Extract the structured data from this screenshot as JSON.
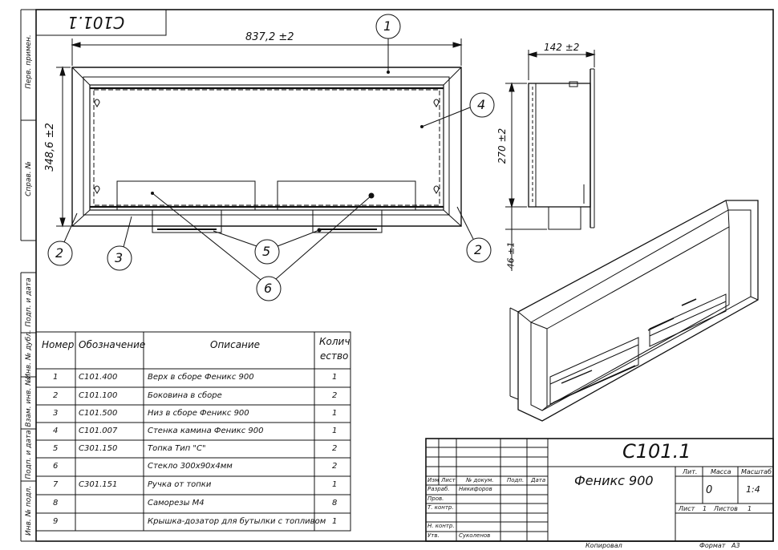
{
  "drawing": {
    "stamp_mirror": "C101.1",
    "dims": {
      "width": "837,2 ±2",
      "height": "348,6 ±2",
      "depth": "142 ±2",
      "side_height": "270 ±2",
      "leg": "46 ±1"
    },
    "balloons": [
      "1",
      "2",
      "3",
      "4",
      "5",
      "6",
      "2"
    ]
  },
  "side_labels": [
    "Перв. примен.",
    "Справ. №",
    "Подп. и дата",
    "Инв. № дубл.",
    "Взам. инв. №",
    "Подп. и дата",
    "Инв. № подл."
  ],
  "bom": {
    "headers": {
      "num": "Номер",
      "code": "Обозначение",
      "desc": "Описание",
      "qty1": "Колич",
      "qty2": "ество"
    },
    "rows": [
      {
        "num": "1",
        "code": "C101.400",
        "desc": "Верх в сборе Феникс 900",
        "qty": "1"
      },
      {
        "num": "2",
        "code": "C101.100",
        "desc": "Боковина в сборе",
        "qty": "2"
      },
      {
        "num": "3",
        "code": "C101.500",
        "desc": "Низ в сборе Феникс 900",
        "qty": "1"
      },
      {
        "num": "4",
        "code": "C101.007",
        "desc": "Стенка камина Феникс 900",
        "qty": "1"
      },
      {
        "num": "5",
        "code": "C301.150",
        "desc": "Топка Тип \"С\"",
        "qty": "2"
      },
      {
        "num": "6",
        "code": "",
        "desc": "Стекло 300х90х4мм",
        "qty": "2"
      },
      {
        "num": "7",
        "code": "C301.151",
        "desc": "Ручка от топки",
        "qty": "1"
      },
      {
        "num": "8",
        "code": "",
        "desc": "Саморезы М4",
        "qty": "8"
      },
      {
        "num": "9",
        "code": "",
        "desc": "Крышка-дозатор для бутылки с топливом",
        "qty": "1"
      }
    ]
  },
  "title_block": {
    "code": "C101.1",
    "name": "Феникс 900",
    "cols": [
      "Изм",
      "Лист",
      "№ докум.",
      "Подп.",
      "Дата"
    ],
    "roles": [
      {
        "role": "Разраб.",
        "name": "Никифоров"
      },
      {
        "role": "Пров.",
        "name": ""
      },
      {
        "role": "Т. контр.",
        "name": ""
      },
      {
        "role": "Н. контр.",
        "name": ""
      },
      {
        "role": "Утв.",
        "name": "Суколенов"
      }
    ],
    "lit": "Лит.",
    "mass": "Масса",
    "scale_label": "Масштаб",
    "mass_val": "0",
    "scale_val": "1:4",
    "sheet_label": "Лист",
    "sheet_val": "1",
    "sheets_label": "Листов",
    "sheets_val": "1",
    "copied": "Копировал",
    "format_label": "Формат",
    "format_val": "А3"
  }
}
